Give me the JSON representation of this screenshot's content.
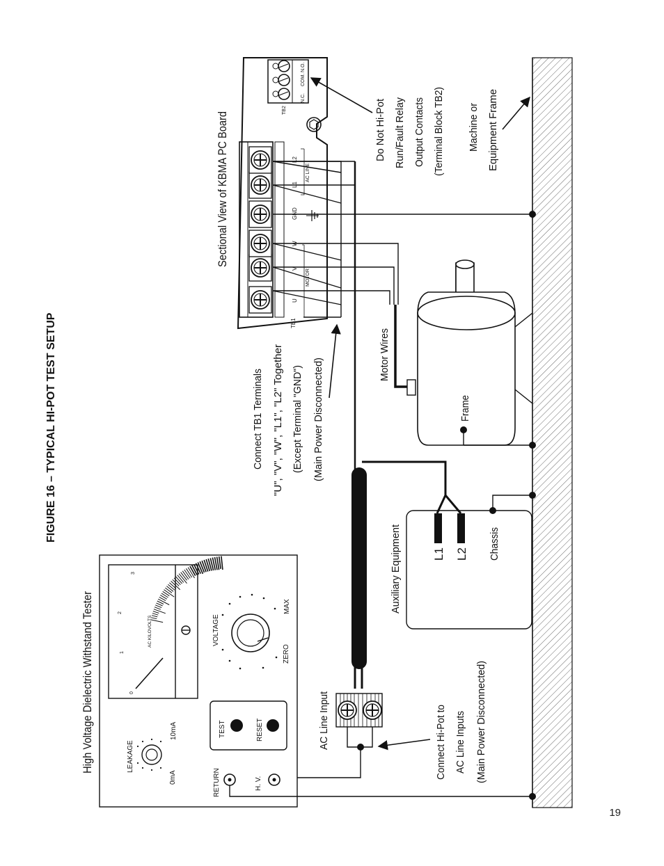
{
  "figure": {
    "title": "FIGURE 16 – TYPICAL HI-POT TEST SETUP",
    "page_number": "19"
  },
  "tester": {
    "title": "High Voltage Dielectric Withstand Tester",
    "meter_unit": "AC KILOVOLTS",
    "meter_ticks": [
      "0",
      "1",
      "2",
      "3"
    ],
    "leakage_label": "LEAKAGE",
    "leakage_min": "0mA",
    "leakage_max": "10mA",
    "voltage_label": "VOLTAGE",
    "voltage_min": "ZERO",
    "voltage_max": "MAX",
    "test_button": "TEST",
    "reset_button": "RESET",
    "return_terminal": "RETURN",
    "hv_terminal": "H. V."
  },
  "board": {
    "title": "Sectional View of KBMA PC Board",
    "tb1_label": "TB1",
    "tb2_label": "TB2",
    "tb1_terminals": [
      "U",
      "V",
      "W",
      "GND",
      "L1",
      "L2"
    ],
    "motor_label": "MOTOR",
    "ac_line_label": "AC LINE",
    "tb2_terminals": [
      "N.C.",
      "COM.",
      "N.O."
    ]
  },
  "annotations": {
    "connect_tb1": [
      "Connect TB1 Terminals",
      "\"U\", \"V\", \"W\", \"L1\", \"L2\" Together",
      "(Except Terminal \"GND\")",
      "(Main Power Disconnected)"
    ],
    "do_not_hipot": [
      "Do Not Hi-Pot",
      "Run/Fault Relay",
      "Output Contacts",
      "(Terminal Block TB2)"
    ],
    "machine_frame": [
      "Machine or",
      "Equipment Frame"
    ],
    "motor_wires": "Motor Wires",
    "frame": "Frame",
    "aux_equipment": "Auxiliary Equipment",
    "aux_l1": "L1",
    "aux_l2": "L2",
    "chassis": "Chassis",
    "ac_line_input": "AC Line Input",
    "connect_hipot": [
      "Connect Hi-Pot to",
      "AC Line Inputs",
      "(Main Power Disconnected)"
    ]
  }
}
